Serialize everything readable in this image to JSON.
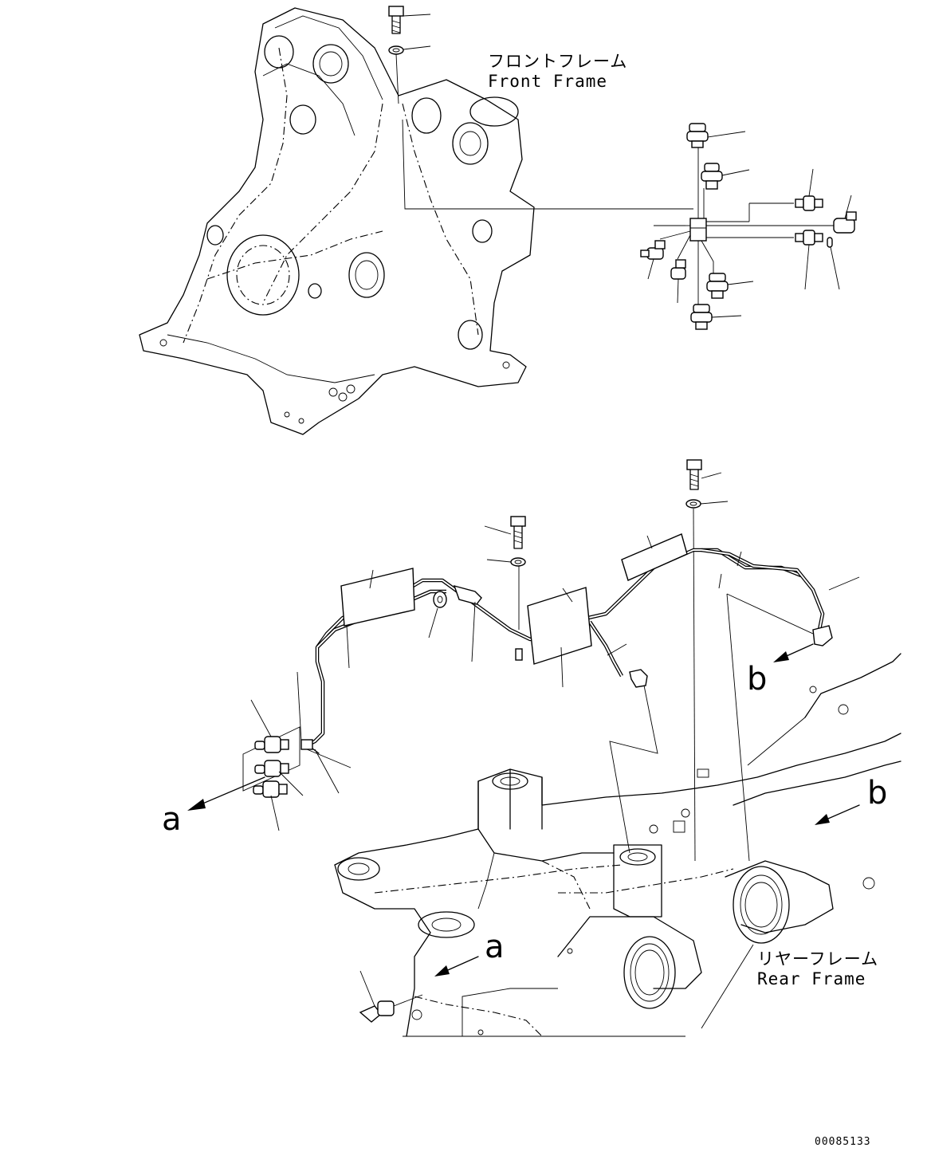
{
  "front_frame": {
    "label_jp": "フロントフレーム",
    "label_en": "Front Frame"
  },
  "rear_frame": {
    "label_jp": "リヤーフレーム",
    "label_en": "Rear Frame"
  },
  "view_markers": {
    "a": "a",
    "b": "b"
  },
  "drawing_id": "00085133"
}
